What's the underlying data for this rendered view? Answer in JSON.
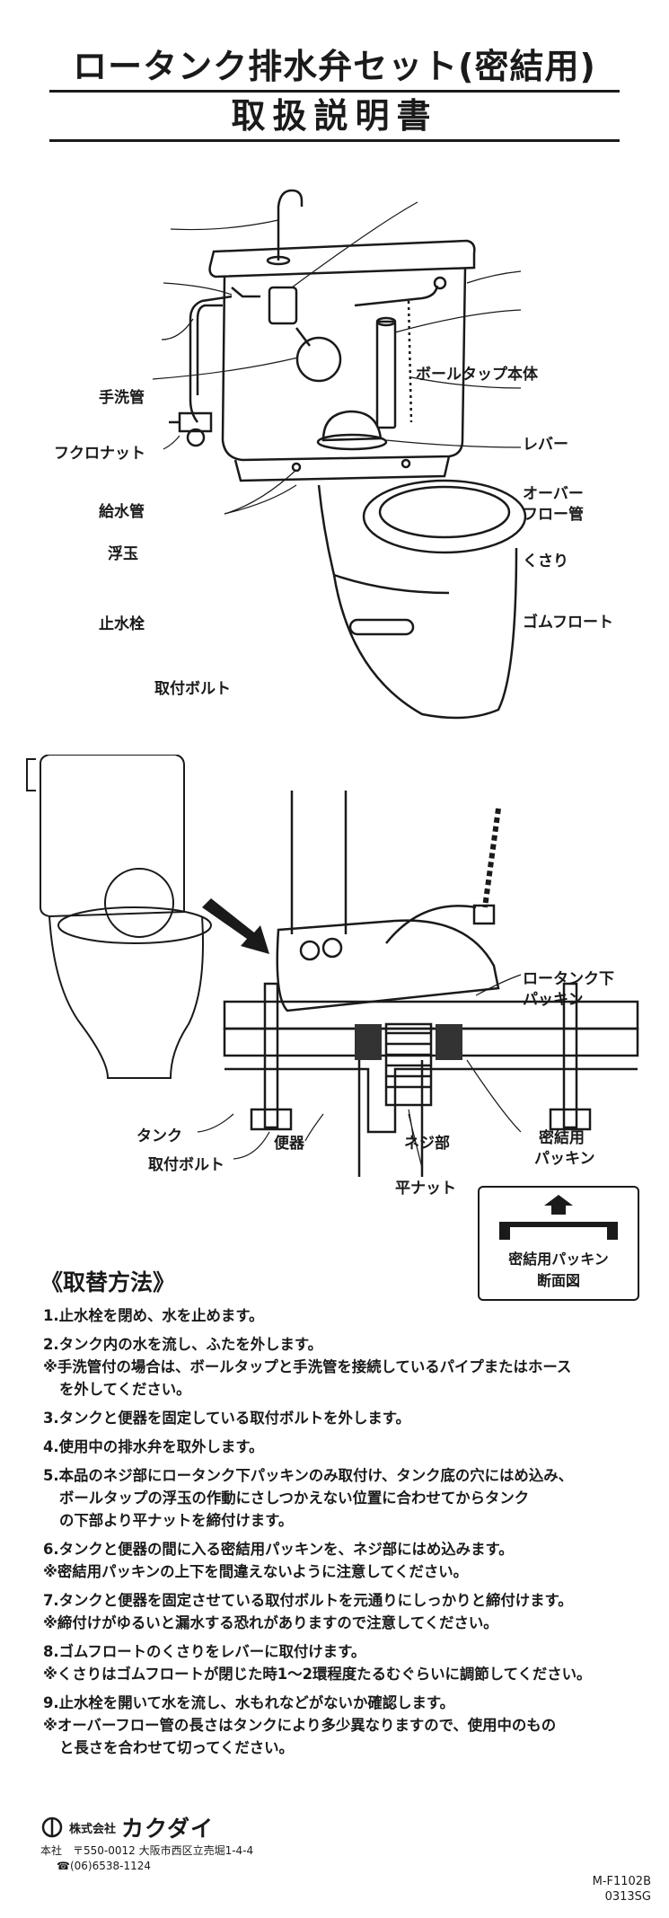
{
  "title": {
    "line1": "ロータンク排水弁セット(密結用)",
    "line2": "取扱説明書"
  },
  "top_diagram": {
    "labels": {
      "teaarai": "手洗管",
      "ball_tap": "ボールタップ本体",
      "fukuro_nut": "フクロナット",
      "lever": "レバー",
      "kyusui": "給水管",
      "overflow_1": "オーバー",
      "overflow_2": "フロー管",
      "ukidama": "浮玉",
      "kusari": "くさり",
      "shisuisen": "止水栓",
      "gomu_float": "ゴムフロート",
      "toritsuke_bolt": "取付ボルト"
    }
  },
  "detail_diagram": {
    "labels": {
      "low_tank_packing_1": "ロータンク下",
      "low_tank_packing_2": "パッキン",
      "tank": "タンク",
      "benki": "便器",
      "neji": "ネジ部",
      "mikketsu_1": "密結用",
      "mikketsu_2": "パッキン",
      "toritsuke_bolt": "取付ボルト",
      "hira_nut": "平ナット"
    },
    "cross_section": {
      "label_1": "密結用パッキン",
      "label_2": "断面図"
    }
  },
  "procedure": {
    "heading": "《取替方法》",
    "steps": [
      {
        "lines": [
          "1.止水栓を閉め、水を止めます。"
        ],
        "notes": []
      },
      {
        "lines": [
          "2.タンク内の水を流し、ふたを外します。"
        ],
        "notes": [
          "※手洗管付の場合は、ボールタップと手洗管を接続しているパイプまたはホース",
          "を外してください。"
        ]
      },
      {
        "lines": [
          "3.タンクと便器を固定している取付ボルトを外します。"
        ],
        "notes": []
      },
      {
        "lines": [
          "4.使用中の排水弁を取外します。"
        ],
        "notes": []
      },
      {
        "lines": [
          "5.本品のネジ部にロータンク下パッキンのみ取付け、タンク底の穴にはめ込み、",
          "ボールタップの浮玉の作動にさしつかえない位置に合わせてからタンク",
          "の下部より平ナットを締付けます。"
        ],
        "notes": []
      },
      {
        "lines": [
          "6.タンクと便器の間に入る密結用パッキンを、ネジ部にはめ込みます。"
        ],
        "notes": [
          "※密結用パッキンの上下を間違えないように注意してください。"
        ]
      },
      {
        "lines": [
          "7.タンクと便器を固定させている取付ボルトを元通りにしっかりと締付けます。"
        ],
        "notes": [
          "※締付けがゆるいと漏水する恐れがありますので注意してください。"
        ]
      },
      {
        "lines": [
          "8.ゴムフロートのくさりをレバーに取付けます。"
        ],
        "notes": [
          "※くさりはゴムフロートが閉じた時1～2環程度たるむぐらいに調節してください。"
        ]
      },
      {
        "lines": [
          "9.止水栓を開いて水を流し、水もれなどがないか確認します。"
        ],
        "notes": [
          "※オーバーフロー管の長さはタンクにより多少異なりますので、使用中のもの",
          "と長さを合わせて切ってください。"
        ]
      }
    ]
  },
  "footer": {
    "company_prefix": "株式会社",
    "company_name": "カクダイ",
    "address": "本社　〒550-0012 大阪市西区立売堀1-4-4",
    "phone": "☎(06)6538-1124",
    "code_1": "M-F1102B",
    "code_2": "0313SG"
  }
}
